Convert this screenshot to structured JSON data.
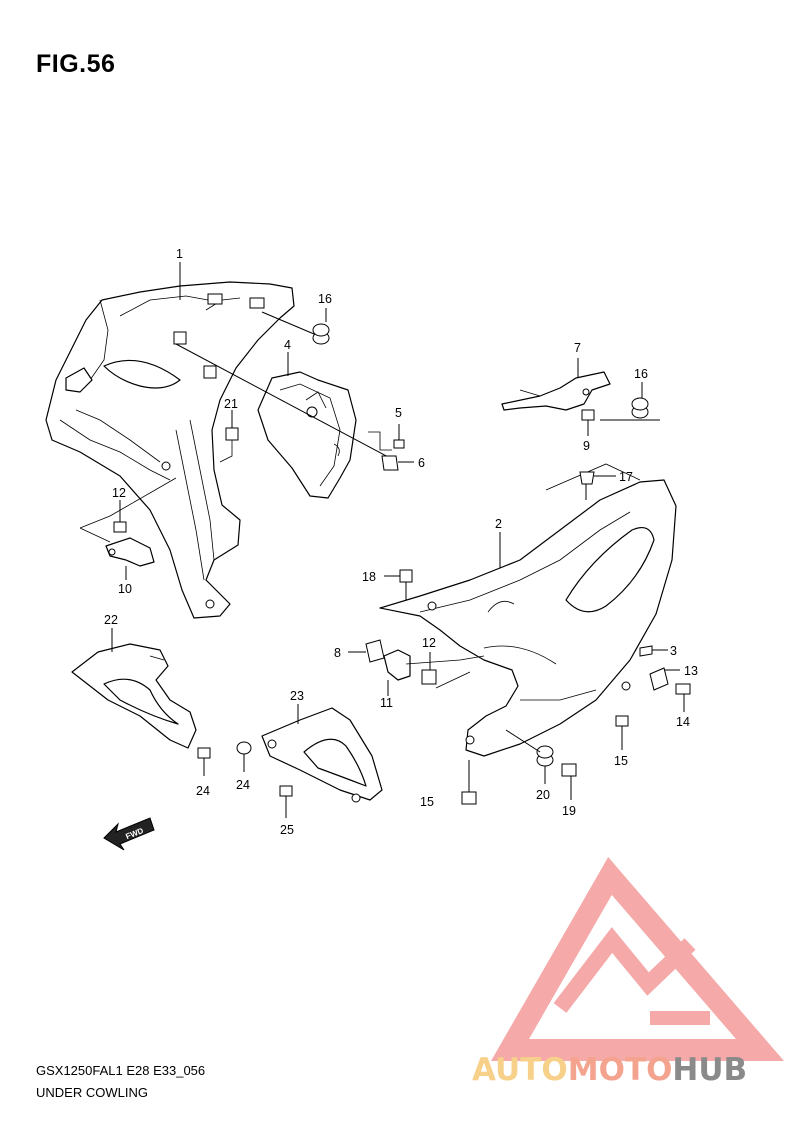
{
  "figure": {
    "title": "FIG.56",
    "model_code": "GSX1250FAL1 E28 E33_056",
    "section_name": "UNDER COWLING"
  },
  "callouts": {
    "c1": "1",
    "c2": "2",
    "c3": "3",
    "c4": "4",
    "c5": "5",
    "c6": "6",
    "c7": "7",
    "c8": "8",
    "c9": "9",
    "c10": "10",
    "c11": "11",
    "c12a": "12",
    "c12b": "12",
    "c13": "13",
    "c14": "14",
    "c15a": "15",
    "c15b": "15",
    "c16a": "16",
    "c16b": "16",
    "c17": "17",
    "c18": "18",
    "c19": "19",
    "c20": "20",
    "c21": "21",
    "c22": "22",
    "c23": "23",
    "c24a": "24",
    "c24b": "24",
    "c25": "25"
  },
  "fwd_arrow": {
    "label": "FWD"
  },
  "watermark": {
    "text_part1": "AUTO",
    "text_part2": "MOTO",
    "text_part3": "HUB",
    "color_light": "#f7d08a",
    "color_salmon": "#f4a48e",
    "color_gray": "#8a8a8a",
    "logo_color": "#f4a0a0"
  }
}
